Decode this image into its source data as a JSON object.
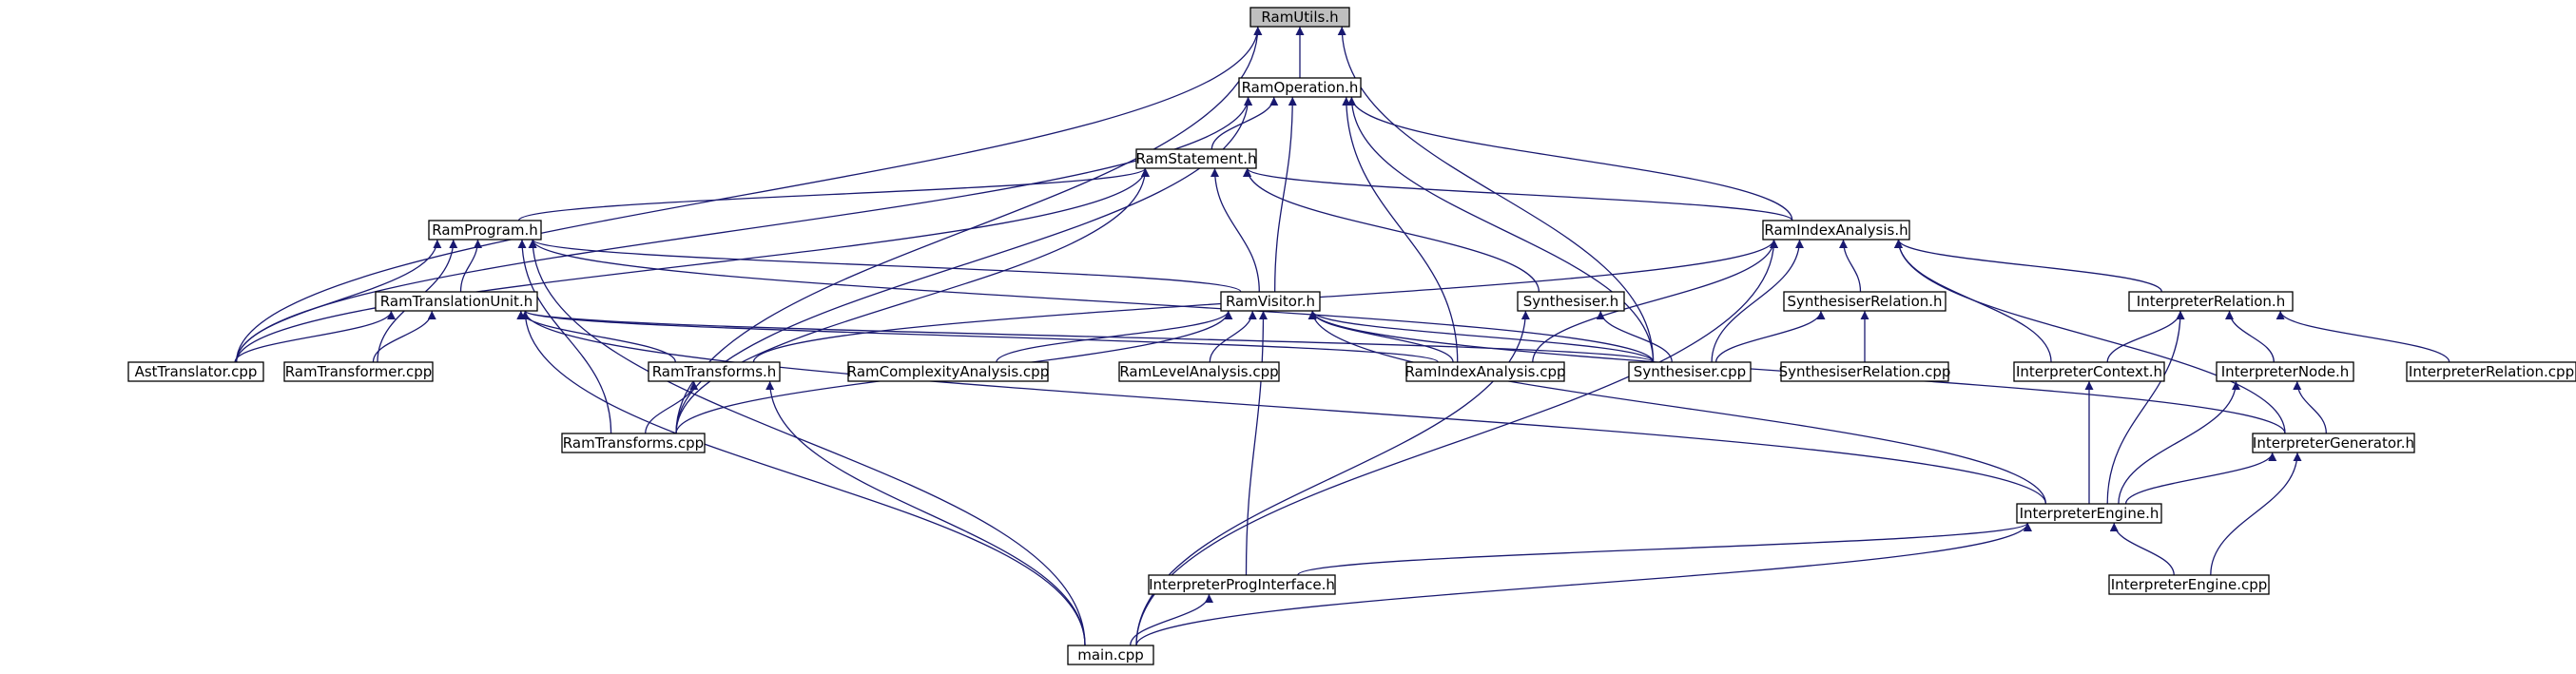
{
  "graph": {
    "nodes": [
      {
        "id": "RamUtils.h",
        "label": "RamUtils.h",
        "root": true
      },
      {
        "id": "RamOperation.h",
        "label": "RamOperation.h"
      },
      {
        "id": "RamStatement.h",
        "label": "RamStatement.h"
      },
      {
        "id": "RamProgram.h",
        "label": "RamProgram.h"
      },
      {
        "id": "RamIndexAnalysis.h",
        "label": "RamIndexAnalysis.h"
      },
      {
        "id": "RamTranslationUnit.h",
        "label": "RamTranslationUnit.h"
      },
      {
        "id": "RamVisitor.h",
        "label": "RamVisitor.h"
      },
      {
        "id": "Synthesiser.h",
        "label": "Synthesiser.h"
      },
      {
        "id": "SynthesiserRelation.h",
        "label": "SynthesiserRelation.h"
      },
      {
        "id": "InterpreterRelation.h",
        "label": "InterpreterRelation.h"
      },
      {
        "id": "AstTranslator.cpp",
        "label": "AstTranslator.cpp"
      },
      {
        "id": "RamTransformer.cpp",
        "label": "RamTransformer.cpp"
      },
      {
        "id": "RamTransforms.h",
        "label": "RamTransforms.h"
      },
      {
        "id": "RamComplexityAnalysis.cpp",
        "label": "RamComplexityAnalysis.cpp"
      },
      {
        "id": "RamLevelAnalysis.cpp",
        "label": "RamLevelAnalysis.cpp"
      },
      {
        "id": "RamIndexAnalysis.cpp",
        "label": "RamIndexAnalysis.cpp"
      },
      {
        "id": "Synthesiser.cpp",
        "label": "Synthesiser.cpp"
      },
      {
        "id": "SynthesiserRelation.cpp",
        "label": "SynthesiserRelation.cpp"
      },
      {
        "id": "InterpreterContext.h",
        "label": "InterpreterContext.h"
      },
      {
        "id": "InterpreterNode.h",
        "label": "InterpreterNode.h"
      },
      {
        "id": "InterpreterRelation.cpp",
        "label": "InterpreterRelation.cpp"
      },
      {
        "id": "RamTransforms.cpp",
        "label": "RamTransforms.cpp"
      },
      {
        "id": "InterpreterGenerator.h",
        "label": "InterpreterGenerator.h"
      },
      {
        "id": "InterpreterEngine.h",
        "label": "InterpreterEngine.h"
      },
      {
        "id": "InterpreterProgInterface.h",
        "label": "InterpreterProgInterface.h"
      },
      {
        "id": "InterpreterEngine.cpp",
        "label": "InterpreterEngine.cpp"
      },
      {
        "id": "main.cpp",
        "label": "main.cpp"
      }
    ],
    "edges": [
      [
        "RamOperation.h",
        "RamUtils.h"
      ],
      [
        "AstTranslator.cpp",
        "RamUtils.h"
      ],
      [
        "RamTransforms.cpp",
        "RamUtils.h"
      ],
      [
        "Synthesiser.cpp",
        "RamUtils.h"
      ],
      [
        "RamStatement.h",
        "RamOperation.h"
      ],
      [
        "RamIndexAnalysis.h",
        "RamOperation.h"
      ],
      [
        "RamVisitor.h",
        "RamOperation.h"
      ],
      [
        "AstTranslator.cpp",
        "RamOperation.h"
      ],
      [
        "RamTransforms.cpp",
        "RamOperation.h"
      ],
      [
        "RamIndexAnalysis.cpp",
        "RamOperation.h"
      ],
      [
        "Synthesiser.cpp",
        "RamOperation.h"
      ],
      [
        "RamProgram.h",
        "RamStatement.h"
      ],
      [
        "RamIndexAnalysis.h",
        "RamStatement.h"
      ],
      [
        "RamVisitor.h",
        "RamStatement.h"
      ],
      [
        "Synthesiser.h",
        "RamStatement.h"
      ],
      [
        "AstTranslator.cpp",
        "RamStatement.h"
      ],
      [
        "RamTransforms.cpp",
        "RamStatement.h"
      ],
      [
        "RamTranslationUnit.h",
        "RamProgram.h"
      ],
      [
        "RamVisitor.h",
        "RamProgram.h"
      ],
      [
        "AstTranslator.cpp",
        "RamProgram.h"
      ],
      [
        "RamTransformer.cpp",
        "RamProgram.h"
      ],
      [
        "RamTransforms.cpp",
        "RamProgram.h"
      ],
      [
        "Synthesiser.cpp",
        "RamProgram.h"
      ],
      [
        "main.cpp",
        "RamProgram.h"
      ],
      [
        "AstTranslator.cpp",
        "RamTranslationUnit.h"
      ],
      [
        "RamTransformer.cpp",
        "RamTranslationUnit.h"
      ],
      [
        "RamTransforms.h",
        "RamTranslationUnit.h"
      ],
      [
        "RamIndexAnalysis.cpp",
        "RamTranslationUnit.h"
      ],
      [
        "Synthesiser.cpp",
        "RamTranslationUnit.h"
      ],
      [
        "InterpreterEngine.h",
        "RamTranslationUnit.h"
      ],
      [
        "main.cpp",
        "RamTranslationUnit.h"
      ],
      [
        "RamTransforms.h",
        "RamIndexAnalysis.h"
      ],
      [
        "RamIndexAnalysis.cpp",
        "RamIndexAnalysis.h"
      ],
      [
        "Synthesiser.cpp",
        "RamIndexAnalysis.h"
      ],
      [
        "SynthesiserRelation.h",
        "RamIndexAnalysis.h"
      ],
      [
        "InterpreterRelation.h",
        "RamIndexAnalysis.h"
      ],
      [
        "InterpreterContext.h",
        "RamIndexAnalysis.h"
      ],
      [
        "InterpreterGenerator.h",
        "RamIndexAnalysis.h"
      ],
      [
        "main.cpp",
        "RamIndexAnalysis.h"
      ],
      [
        "RamComplexityAnalysis.cpp",
        "RamVisitor.h"
      ],
      [
        "RamLevelAnalysis.cpp",
        "RamVisitor.h"
      ],
      [
        "RamIndexAnalysis.cpp",
        "RamVisitor.h"
      ],
      [
        "Synthesiser.cpp",
        "RamVisitor.h"
      ],
      [
        "RamTransforms.cpp",
        "RamVisitor.h"
      ],
      [
        "InterpreterGenerator.h",
        "RamVisitor.h"
      ],
      [
        "InterpreterEngine.h",
        "RamVisitor.h"
      ],
      [
        "InterpreterProgInterface.h",
        "RamVisitor.h"
      ],
      [
        "Synthesiser.cpp",
        "Synthesiser.h"
      ],
      [
        "main.cpp",
        "Synthesiser.h"
      ],
      [
        "Synthesiser.cpp",
        "SynthesiserRelation.h"
      ],
      [
        "SynthesiserRelation.cpp",
        "SynthesiserRelation.h"
      ],
      [
        "InterpreterContext.h",
        "InterpreterRelation.h"
      ],
      [
        "InterpreterNode.h",
        "InterpreterRelation.h"
      ],
      [
        "InterpreterRelation.cpp",
        "InterpreterRelation.h"
      ],
      [
        "InterpreterEngine.h",
        "InterpreterRelation.h"
      ],
      [
        "RamTransforms.cpp",
        "RamTransforms.h"
      ],
      [
        "main.cpp",
        "RamTransforms.h"
      ],
      [
        "InterpreterEngine.h",
        "InterpreterContext.h"
      ],
      [
        "InterpreterGenerator.h",
        "InterpreterNode.h"
      ],
      [
        "InterpreterEngine.h",
        "InterpreterNode.h"
      ],
      [
        "InterpreterEngine.h",
        "InterpreterGenerator.h"
      ],
      [
        "InterpreterEngine.cpp",
        "InterpreterGenerator.h"
      ],
      [
        "InterpreterProgInterface.h",
        "InterpreterEngine.h"
      ],
      [
        "InterpreterEngine.cpp",
        "InterpreterEngine.h"
      ],
      [
        "main.cpp",
        "InterpreterEngine.h"
      ],
      [
        "main.cpp",
        "InterpreterProgInterface.h"
      ]
    ]
  }
}
